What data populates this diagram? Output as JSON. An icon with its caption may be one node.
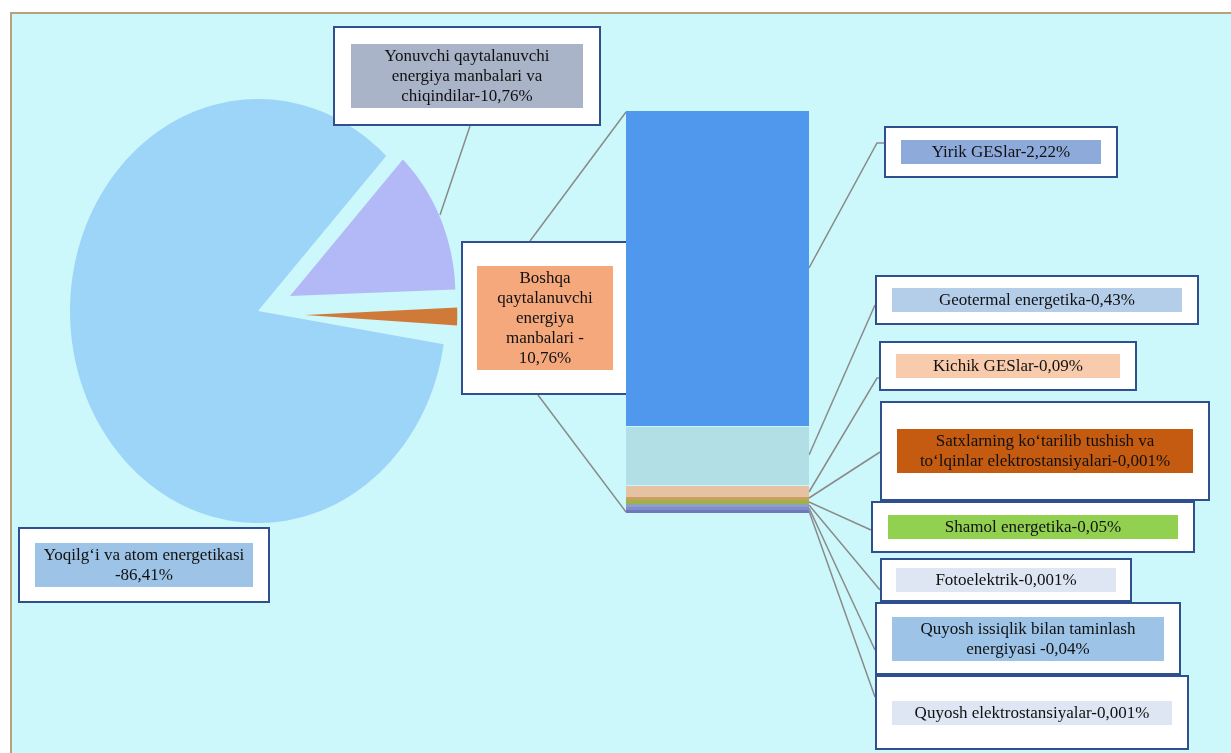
{
  "diagram": {
    "nodes": [
      {
        "text": [
          "Yonuvchi qaytalanuvchi energiya manbalari va chiqindilar-10,76%"
        ]
      },
      {
        "text": [
          "Boshqa qaytalanuvchi energiya manbalari - 10,76%"
        ]
      },
      {
        "text": [
          "Yoqilg‘i va atom energetikasi -86,41%"
        ]
      },
      {
        "text": [
          "Yirik GESlar-2,22%"
        ]
      },
      {
        "text": [
          "Geotermal energetika-0,43%"
        ]
      },
      {
        "text": [
          "Kichik GESlar-0,09%"
        ]
      },
      {
        "text": [
          "Satxlarning ko‘tarilib tushish va to‘lqinlar elektrostansiyalari-0,001%"
        ]
      },
      {
        "text": [
          "Shamol energetika-0,05%"
        ]
      },
      {
        "text": [
          "Fotoelektrik-0,001%"
        ]
      },
      {
        "text": [
          "Quyosh issiqlik bilan taminlash energiyasi -0,04%"
        ]
      },
      {
        "text": [
          "Quyosh elektrostansiyalar-0,001%"
        ]
      },
      {
        "text": [],
        "shape": "slice"
      },
      {
        "text": [],
        "shape": "slice"
      },
      {
        "text": [],
        "shape": "slice"
      },
      {
        "text": [],
        "shape": "bar"
      },
      {
        "text": [],
        "shape": "bar",
        "in": 14
      },
      {
        "text": [],
        "shape": "bar",
        "in": 14
      },
      {
        "text": [],
        "shape": "bar",
        "in": 14
      },
      {
        "text": [],
        "shape": "bar",
        "in": 14
      },
      {
        "text": [],
        "shape": "bar",
        "in": 14
      },
      {
        "text": [],
        "shape": "bar",
        "in": 14
      },
      {
        "text": [],
        "shape": "bar",
        "in": 14
      },
      {
        "text": [],
        "shape": "bar",
        "in": 14
      }
    ],
    "edges": [
      {
        "from": 0,
        "to": 12,
        "arrow": "none"
      },
      {
        "from": 1,
        "to": 14,
        "arrow": "none"
      },
      {
        "from": 1,
        "to": 14,
        "arrow": "none"
      },
      {
        "from": 3,
        "to": 15,
        "arrow": "none"
      },
      {
        "from": 4,
        "to": 16,
        "arrow": "none"
      },
      {
        "from": 5,
        "to": 17,
        "arrow": "none"
      },
      {
        "from": 6,
        "to": 18,
        "arrow": "none"
      },
      {
        "from": 7,
        "to": 19,
        "arrow": "none"
      },
      {
        "from": 8,
        "to": 20,
        "arrow": "none"
      },
      {
        "from": 9,
        "to": 21,
        "arrow": "none"
      },
      {
        "from": 10,
        "to": 22,
        "arrow": "none"
      }
    ]
  }
}
